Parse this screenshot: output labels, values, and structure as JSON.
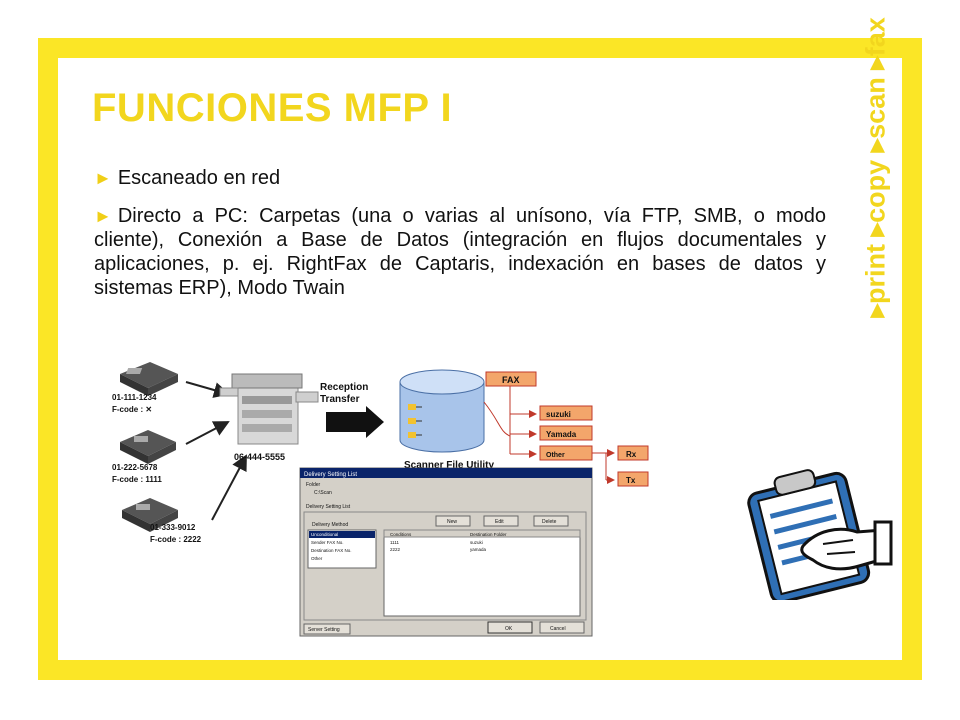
{
  "slide": {
    "title": "FUNCIONES MFP I",
    "bullet_marker": "►",
    "bullets": [
      "Escaneado en red",
      "Directo a PC: Carpetas (una o varias al unísono, vía FTP, SMB, o modo cliente), Conexión a Base de Datos (integración en flujos documentales y aplicaciones, p. ej. RightFax de Captaris, indexación en bases de datos y sistemas ERP), Modo Twain"
    ],
    "side_banner": "▸print ▸copy ▸scan ▸fax"
  },
  "diagram": {
    "fax1_number": "01-111-1234",
    "fax1_code": "F-code : ✕",
    "fax2_number": "01-222-5678",
    "fax2_code": "F-code : 1111",
    "fax3_number": "01-333-9012",
    "fax3_code": "F-code : 2222",
    "mfp_number": "06-444-5555",
    "reception_label_1": "Reception",
    "reception_label_2": "Transfer",
    "utility_label": "Scanner File Utility",
    "tree": {
      "root": "FAX",
      "child1": "suzuki",
      "child2": "Yamada",
      "child3": "Other",
      "leaf1": "Rx",
      "leaf2": "Tx"
    },
    "dialog": {
      "title": "Delivery Setting List",
      "folder_label": "Folder",
      "folder_value": "C:\\Scan",
      "group_label": "Delivery Setting List",
      "method_label": "Delivery Method",
      "btn_new": "New",
      "btn_edit": "Edit",
      "btn_delete": "Delete",
      "list_items": [
        "Unconditional",
        "Sender FAX No.",
        "Destination FAX No.",
        "Other"
      ],
      "col1": "Conditions",
      "col2": "Destination Folder",
      "rows": [
        {
          "c1": "1111",
          "c2": "suzuki"
        },
        {
          "c1": "2222",
          "c2": "yamada"
        }
      ],
      "btn_server": "Server Setting",
      "btn_ok": "OK",
      "btn_cancel": "Cancel"
    }
  }
}
